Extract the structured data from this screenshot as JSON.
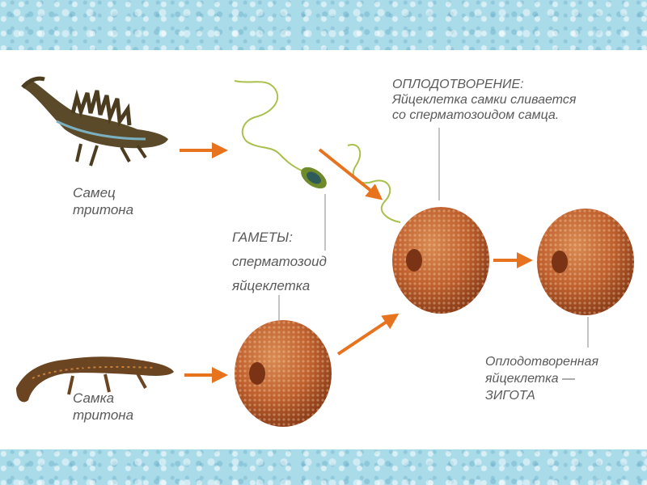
{
  "labels": {
    "male": [
      "Самец",
      "тритона"
    ],
    "female": [
      "Самка",
      "тритона"
    ],
    "gametes_title": "ГАМЕТЫ:",
    "sperm": "сперматозоид",
    "egg": "яйцеклетка",
    "fertilization": [
      "ОПЛОДОТВОРЕНИЕ:",
      "Яйцеклетка самки сливается",
      "со сперматозоидом самца."
    ],
    "zygote": [
      "Оплодотворенная",
      "яйцеклетка —",
      "ЗИГОТА"
    ]
  },
  "colors": {
    "arrow": "#e8731e",
    "egg": "#c0612f",
    "egg_dark": "#8e3f1a",
    "sperm": "#a9c04d",
    "text": "#5a5a5a",
    "band": "#a9dbe9"
  }
}
